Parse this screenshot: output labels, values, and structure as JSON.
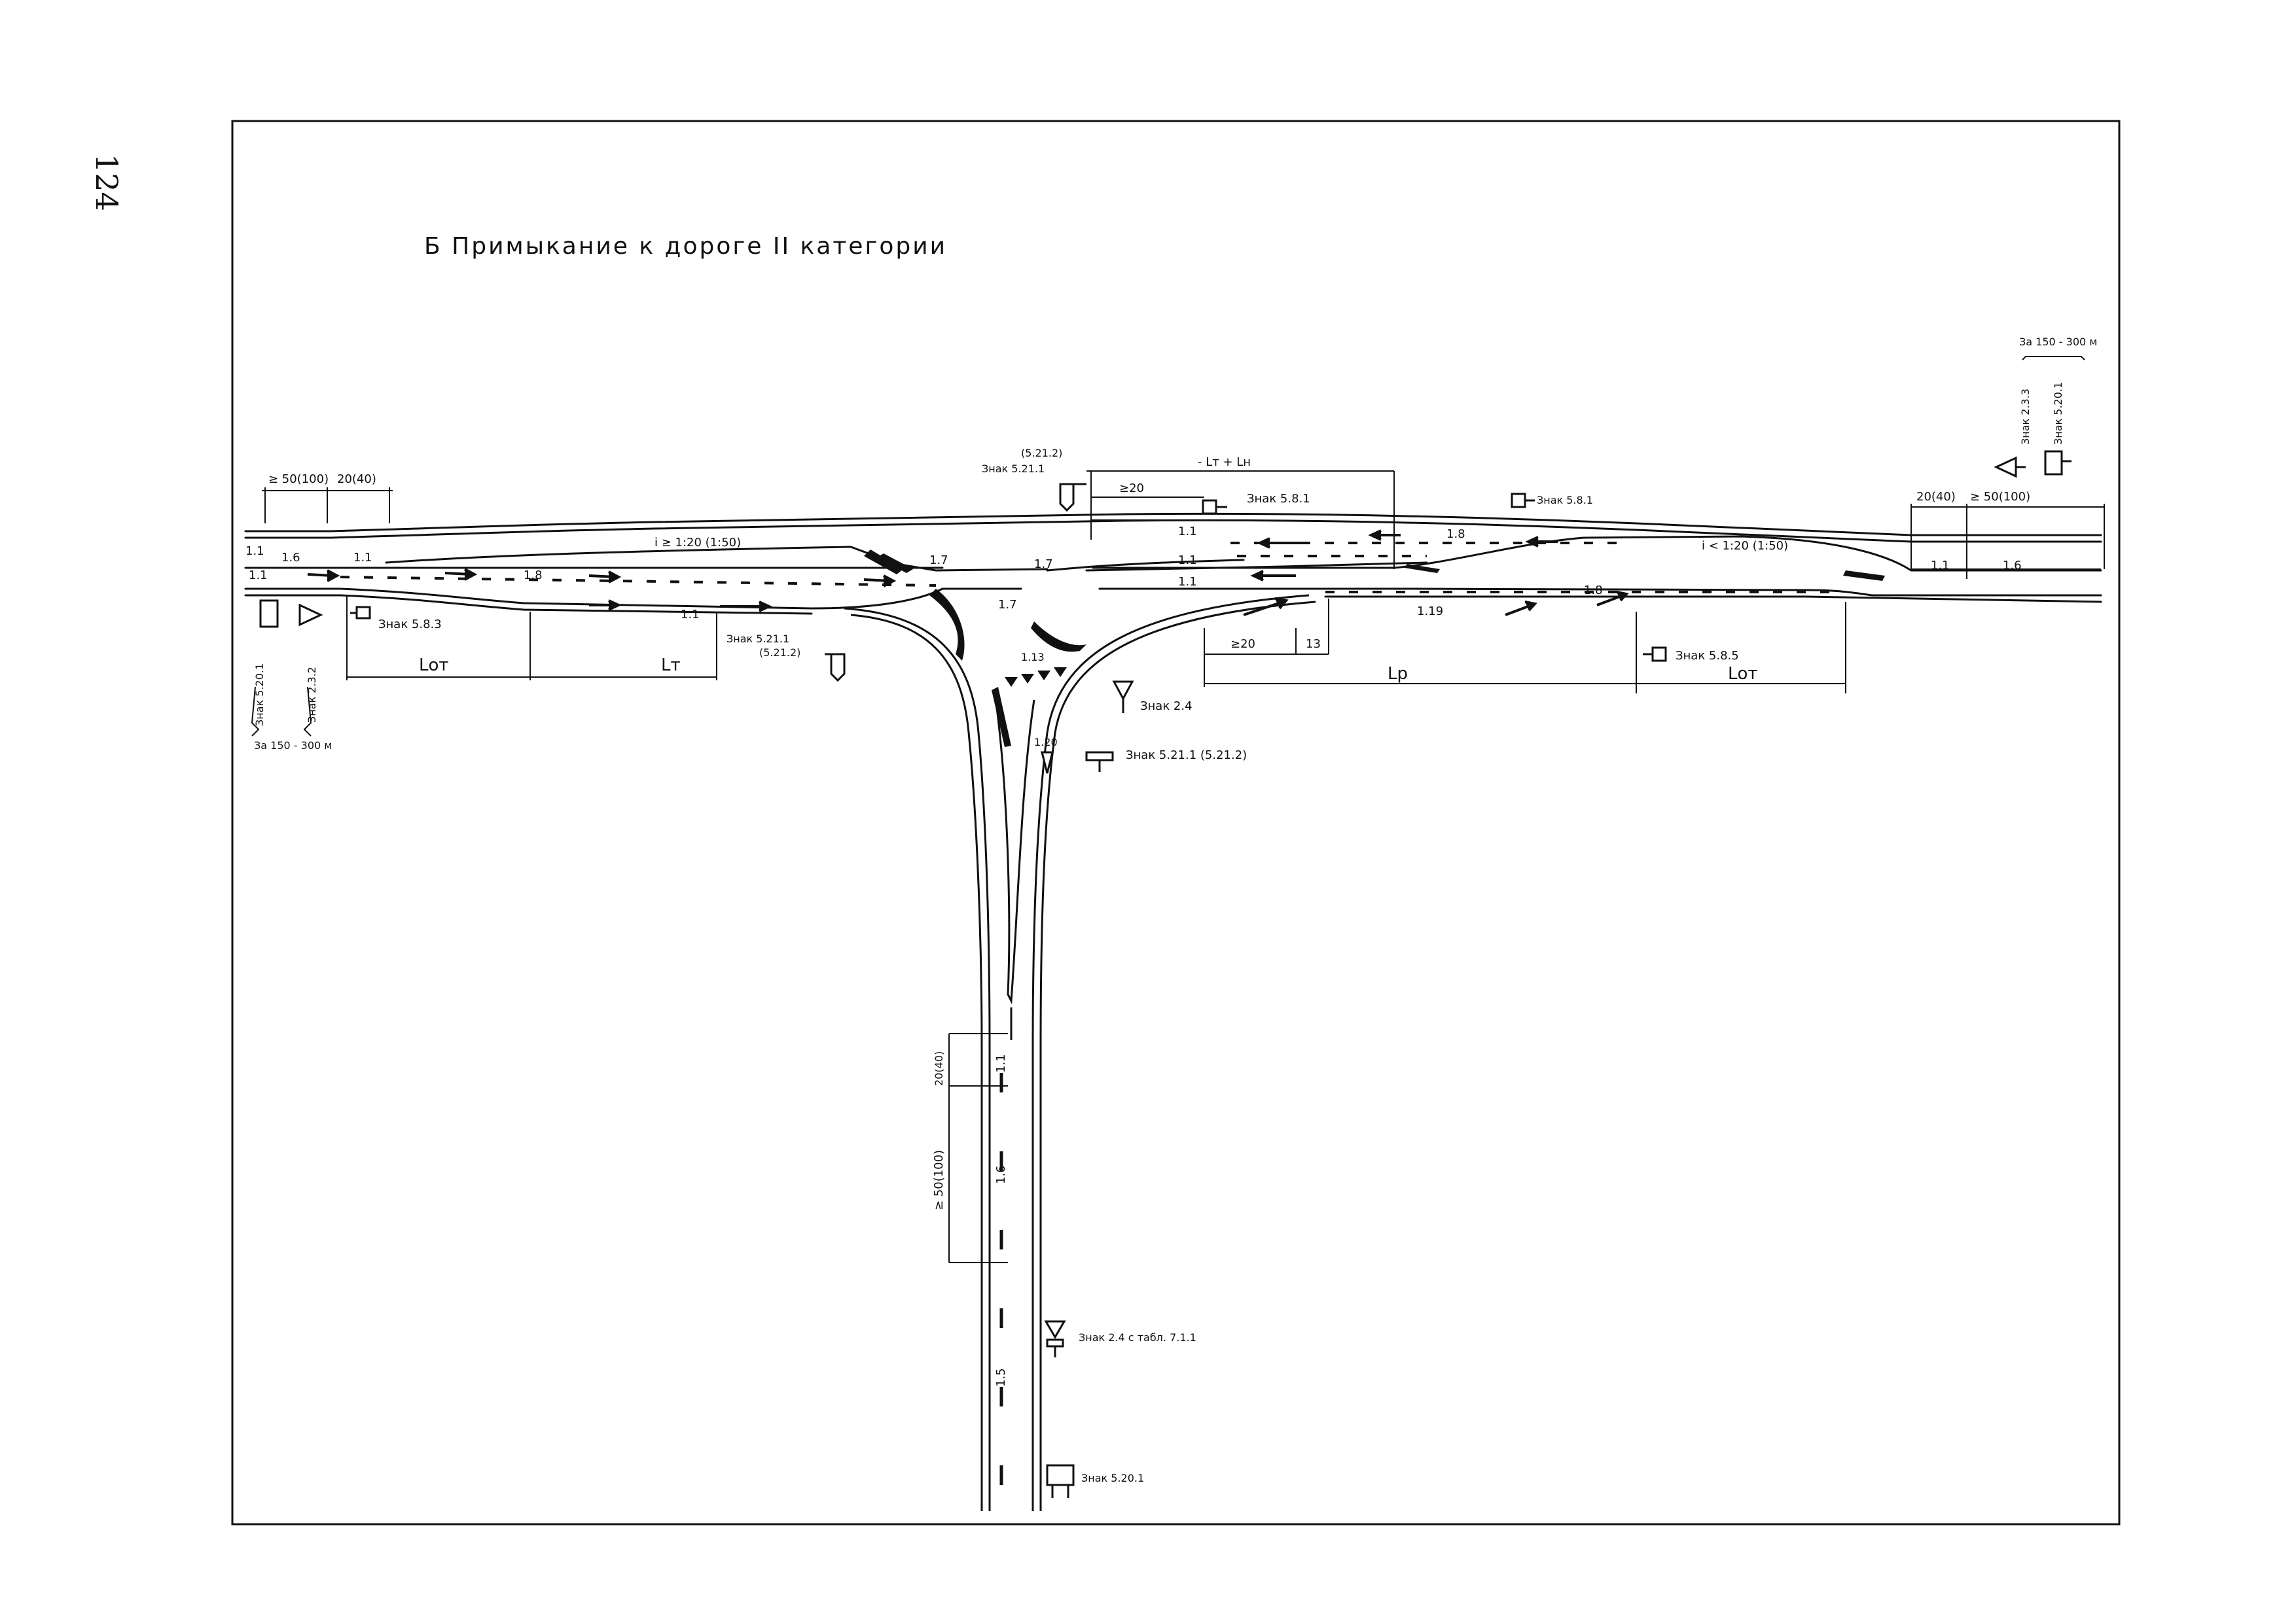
{
  "page_number": "124",
  "title": "Б  Примыкание  к  дороге  II  категории",
  "labels": {
    "dim_50_100_left": "≥ 50(100)",
    "dim_20_40_left": "20(40)",
    "dim_50_100_right": "≥ 50(100)",
    "dim_20_40_right": "20(40)",
    "dim_lt_lh": "- Lт + Lн",
    "dim_ge20_a": "≥20",
    "dim_ge20_b": "≥20",
    "dim_13": "13",
    "dim_lot_left": "Lот",
    "dim_lt": "Lт",
    "dim_lp": "Lр",
    "dim_lot_right": "Lот",
    "dim_20_40_vert": "20(40)",
    "dim_50_100_vert": "≥ 50(100)",
    "slope_left": "i ≥ 1:20 (1:50)",
    "slope_right": "i < 1:20 (1:50)",
    "sign_5_21_2_top": "(5.21.2)",
    "sign_5_21_1_top": "Знак 5.21.1",
    "sign_5_8_1_a": "Знак 5.8.1",
    "sign_5_8_1_b": "Знак 5.8.1",
    "sign_5_8_3": "Знак 5.8.3",
    "sign_5_21_1_mid": "Знак 5.21.1",
    "sign_5_21_2_mid": "(5.21.2)",
    "sign_5_8_5": "Знак 5.8.5",
    "sign_2_4": "Знак 2.4",
    "sign_5_21_1_bottom": "Знак  5.21.1 (5.21.2)",
    "sign_2_4_table": "Знак 2.4 с табл. 7.1.1",
    "sign_5_20_1_bottom": "Знак 5.20.1",
    "left_vert_sign_a": "Знак 5.20.1",
    "left_vert_sign_b": "Знак 2.3.2",
    "left_distance": "За 150 - 300 м",
    "right_vert_sign_a": "Знак 2.3.3",
    "right_vert_sign_b": "Знак 5.20.1",
    "right_distance": "За 150 - 300 м",
    "mark_1_1": "1.1",
    "mark_1_6": "1.6",
    "mark_1_8": "1.8",
    "mark_1_7": "1.7",
    "mark_1_19": "1.19",
    "mark_1_13": "1.13",
    "mark_1_20": "1.20",
    "mark_1_5": "1.5"
  }
}
